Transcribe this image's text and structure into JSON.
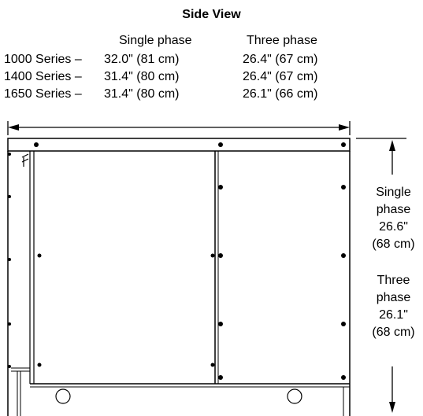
{
  "title": "Side View",
  "columns": {
    "single": "Single phase",
    "three": "Three phase"
  },
  "rows": [
    {
      "series": "1000 Series –",
      "single": "32.0\" (81 cm)",
      "three": "26.4\" (67 cm)"
    },
    {
      "series": "1400 Series –",
      "single": "31.4\" (80 cm)",
      "three": "26.4\" (67 cm)"
    },
    {
      "series": "1650 Series –",
      "single": "31.4\" (80 cm)",
      "three": "26.1\" (66 cm)"
    }
  ],
  "height_labels": {
    "single": [
      "Single",
      "phase",
      "26.6\"",
      "(68 cm)"
    ],
    "three": [
      "Three",
      "phase",
      "26.1\"",
      "(68 cm)"
    ]
  }
}
